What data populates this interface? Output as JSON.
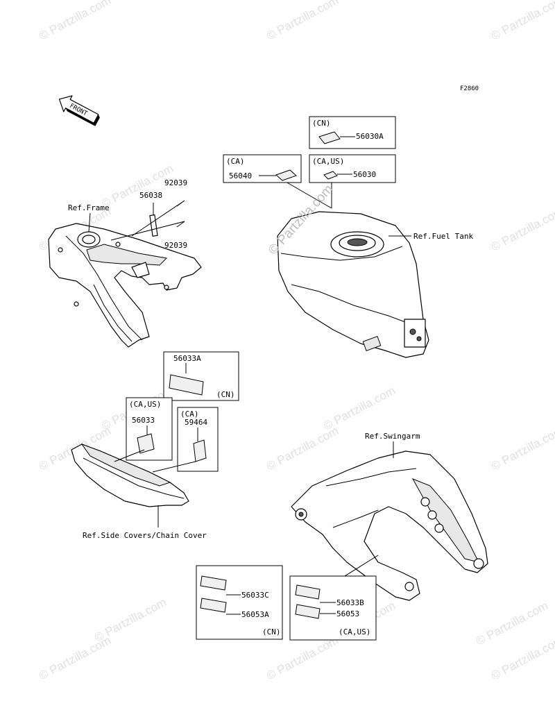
{
  "figure_code": "F2860",
  "front_arrow": {
    "label": "FRONT"
  },
  "watermark": {
    "text": "© Partzilla.com"
  },
  "references": {
    "frame": "Ref.Frame",
    "fuel_tank": "Ref.Fuel Tank",
    "swingarm": "Ref.Swingarm",
    "side_covers": "Ref.Side Covers/Chain Cover"
  },
  "frame_parts": {
    "bolt_top": "92039",
    "bracket": "56038",
    "bolt_bottom": "92039"
  },
  "tank_boxes": {
    "cn": {
      "region": "(CN)",
      "part": "56030A"
    },
    "ca": {
      "region": "(CA)",
      "part": "56040"
    },
    "ca_us": {
      "region": "(CA,US)",
      "part": "56030"
    }
  },
  "cover_boxes": {
    "cn": {
      "part": "56033A",
      "region": "(CN)"
    },
    "ca_us": {
      "region": "(CA,US)",
      "part": "56033"
    },
    "ca": {
      "region": "(CA)",
      "part": "59464"
    }
  },
  "swingarm_boxes": {
    "cn": {
      "parts": [
        "56033C",
        "56053A"
      ],
      "region": "(CN)"
    },
    "ca_us": {
      "parts": [
        "56033B",
        "56053"
      ],
      "region": "(CA,US)"
    }
  }
}
